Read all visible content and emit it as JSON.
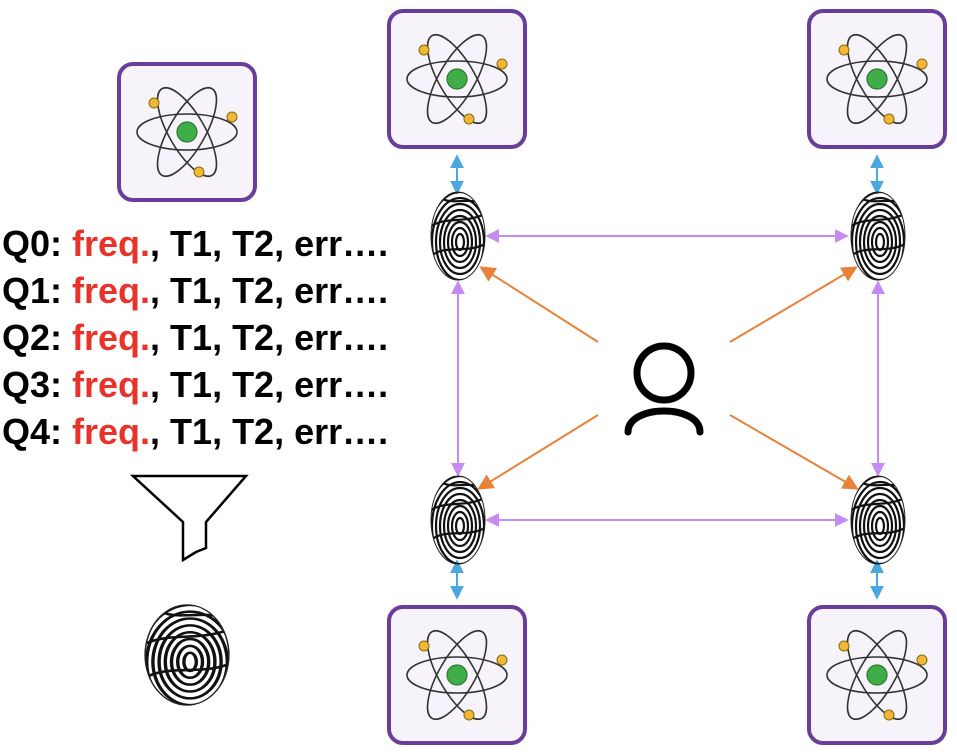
{
  "qubit_params": [
    {
      "label": "Q0:",
      "highlight": "freq.",
      "rest": ", T1, T2, err…."
    },
    {
      "label": "Q1:",
      "highlight": "freq.",
      "rest": ", T1, T2, err…."
    },
    {
      "label": "Q2:",
      "highlight": "freq.",
      "rest": ", T1, T2, err…."
    },
    {
      "label": "Q3:",
      "highlight": "freq.",
      "rest": ", T1, T2, err…."
    },
    {
      "label": "Q4:",
      "highlight": "freq.",
      "rest": ", T1, T2, err…."
    }
  ],
  "colors": {
    "highlight_text": "#e8322a",
    "box_border": "#6a3d9a",
    "box_fill": "#f6f4fa",
    "nucleus": "#3fae49",
    "electron": "#f3b736",
    "orbit": "#333333",
    "link_blue": "#4aa8e0",
    "link_purple": "#c58bf2",
    "link_orange": "#e8823a",
    "icon_black": "#000000"
  },
  "icons": {
    "qubit": "atom-icon",
    "fingerprint": "fingerprint-icon",
    "user": "user-icon",
    "funnel": "funnel-icon"
  }
}
